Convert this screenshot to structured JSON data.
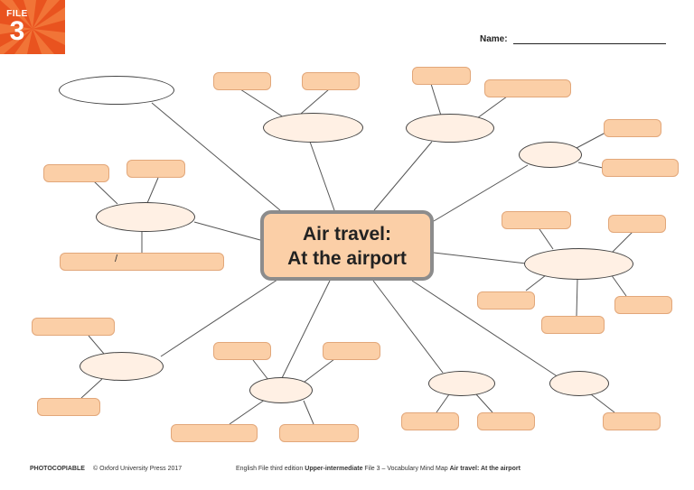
{
  "badge": {
    "word": "FILE",
    "number": "3"
  },
  "worksheet": {
    "name_label": "Name:"
  },
  "mind_map": {
    "center": {
      "line1": "Air travel:",
      "line2": "At the airport"
    },
    "separator_mark": "/"
  },
  "footer": {
    "photocopiable": "PHOTOCOPIABLE",
    "copyright": "© Oxford University Press 2017",
    "title_prefix": "English File third edition",
    "level": "Upper-intermediate",
    "file_info": "File 3 – Vocabulary Mind Map",
    "topic": "Air travel: At the airport"
  },
  "colors": {
    "badge": "#e9531f",
    "box_fill": "#fbcfa7",
    "oval_fill": "#fff0e4",
    "center_border": "#8c8c8c"
  }
}
